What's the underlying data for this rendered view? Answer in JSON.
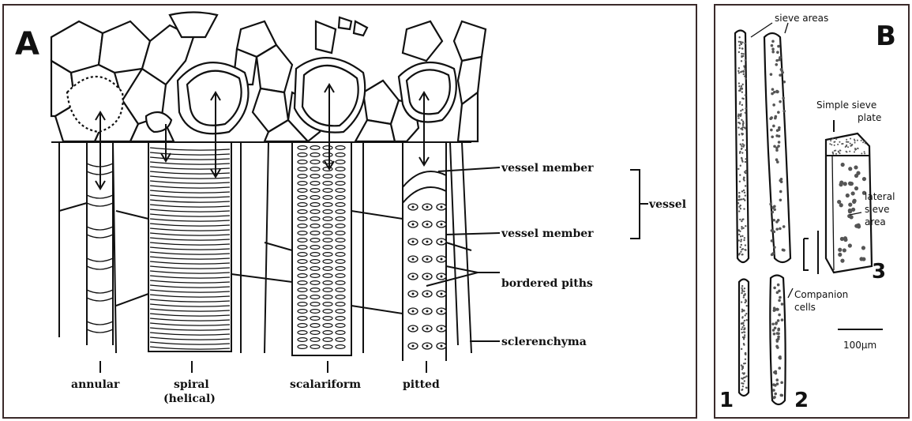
{
  "panel_a": {
    "letter": "A",
    "vessel_types": [
      "annular",
      "spiral",
      "(helical)",
      "scalariform",
      "pitted"
    ],
    "labels": {
      "vessel_member_1": "vessel member",
      "vessel_member_2": "vessel member",
      "vessel": "vessel",
      "bordered_piths": "bordered piths",
      "sclerenchyma": "sclerenchyma"
    }
  },
  "panel_b": {
    "letter": "B",
    "labels": {
      "sieve_areas": "sieve areas",
      "simple_sieve_plate_1": "Simple  sieve",
      "simple_sieve_plate_2": "plate",
      "lateral_1": "lateral",
      "lateral_2": "sieve",
      "lateral_3": "area",
      "companion_1": "Companion",
      "companion_2": "cells",
      "scale": "100μm"
    },
    "numbers": [
      "1",
      "2",
      "3"
    ]
  }
}
